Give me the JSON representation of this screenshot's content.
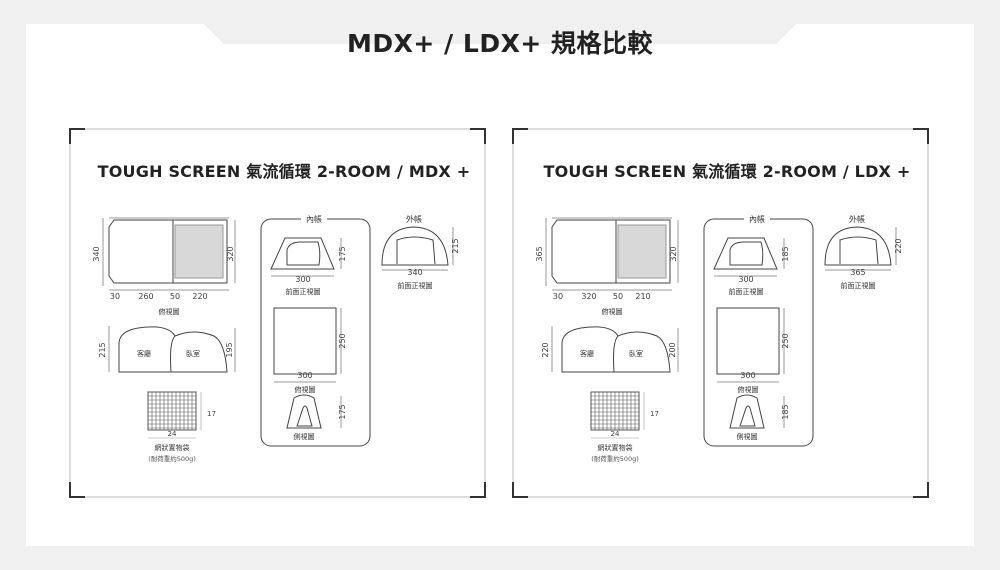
{
  "title": "MDX+ / LDX+ 規格比較",
  "panels": [
    {
      "title": "TOUGH SCREEN 氣流循環 2-ROOM / MDX +",
      "top": {
        "overall_height": "340",
        "inner_height": "320",
        "dims": [
          "30",
          "260",
          "50",
          "220"
        ],
        "caption": "俯視圖"
      },
      "side": {
        "height_left": "215",
        "height_right": "195",
        "room_living": "客廳",
        "room_bed": "臥室"
      },
      "bag": {
        "width": "24",
        "height": "17",
        "caption": "網狀置物袋",
        "note": "(耐荷重約500g)"
      },
      "inner_tent": {
        "label": "內帳",
        "front_width": "300",
        "front_height": "175",
        "front_caption": "前面正視圖",
        "top_width": "300",
        "top_depth": "250",
        "top_caption": "俯視圖",
        "side_height": "175",
        "side_caption": "側視圖"
      },
      "outer_tent": {
        "label": "外帳",
        "width": "340",
        "height": "215",
        "caption": "前面正視圖"
      }
    },
    {
      "title": "TOUGH SCREEN 氣流循環 2-ROOM / LDX +",
      "top": {
        "overall_height": "365",
        "inner_height": "320",
        "dims": [
          "30",
          "320",
          "50",
          "210"
        ],
        "caption": "俯視圖"
      },
      "side": {
        "height_left": "220",
        "height_right": "200",
        "room_living": "客廳",
        "room_bed": "臥室"
      },
      "bag": {
        "width": "24",
        "height": "17",
        "caption": "網狀置物袋",
        "note": "(耐荷重約500g)"
      },
      "inner_tent": {
        "label": "內帳",
        "front_width": "300",
        "front_height": "185",
        "front_caption": "前面正視圖",
        "top_width": "300",
        "top_depth": "250",
        "top_caption": "俯視圖",
        "side_height": "185",
        "side_caption": "側視圖"
      },
      "outer_tent": {
        "label": "外帳",
        "width": "365",
        "height": "220",
        "caption": "前面正視圖"
      }
    }
  ]
}
